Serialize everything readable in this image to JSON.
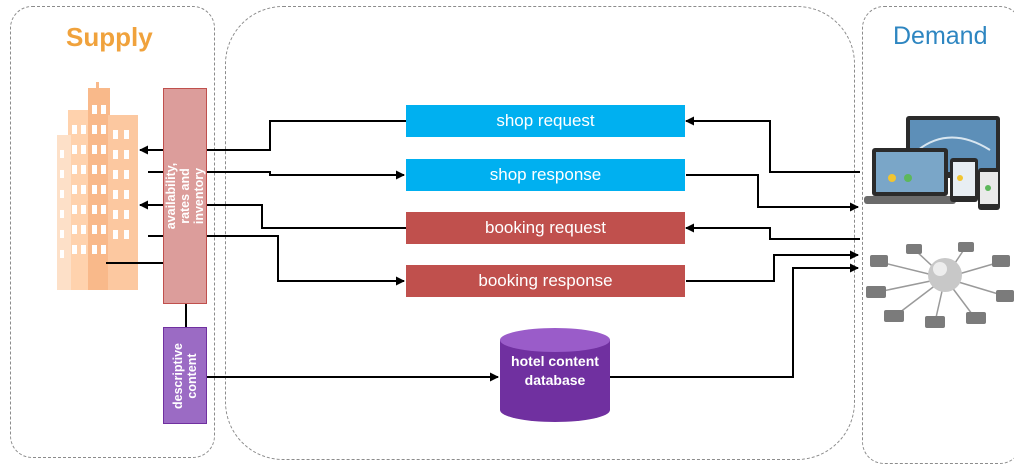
{
  "supply": {
    "title": "Supply"
  },
  "demand": {
    "title": "Demand"
  },
  "messages": {
    "shop_request": "shop request",
    "shop_response": "shop response",
    "booking_request": "booking request",
    "booking_response": "booking response"
  },
  "supply_boxes": {
    "availability": "availability, rates and inventory",
    "descriptive": "descriptive content"
  },
  "database": {
    "label": "hotel content database"
  },
  "colors": {
    "supply_orange": "#f0a23c",
    "demand_blue": "#2e86c1",
    "shop_blue": "#00b0f0",
    "booking_red": "#c0504d",
    "content_purple": "#7030a0"
  }
}
